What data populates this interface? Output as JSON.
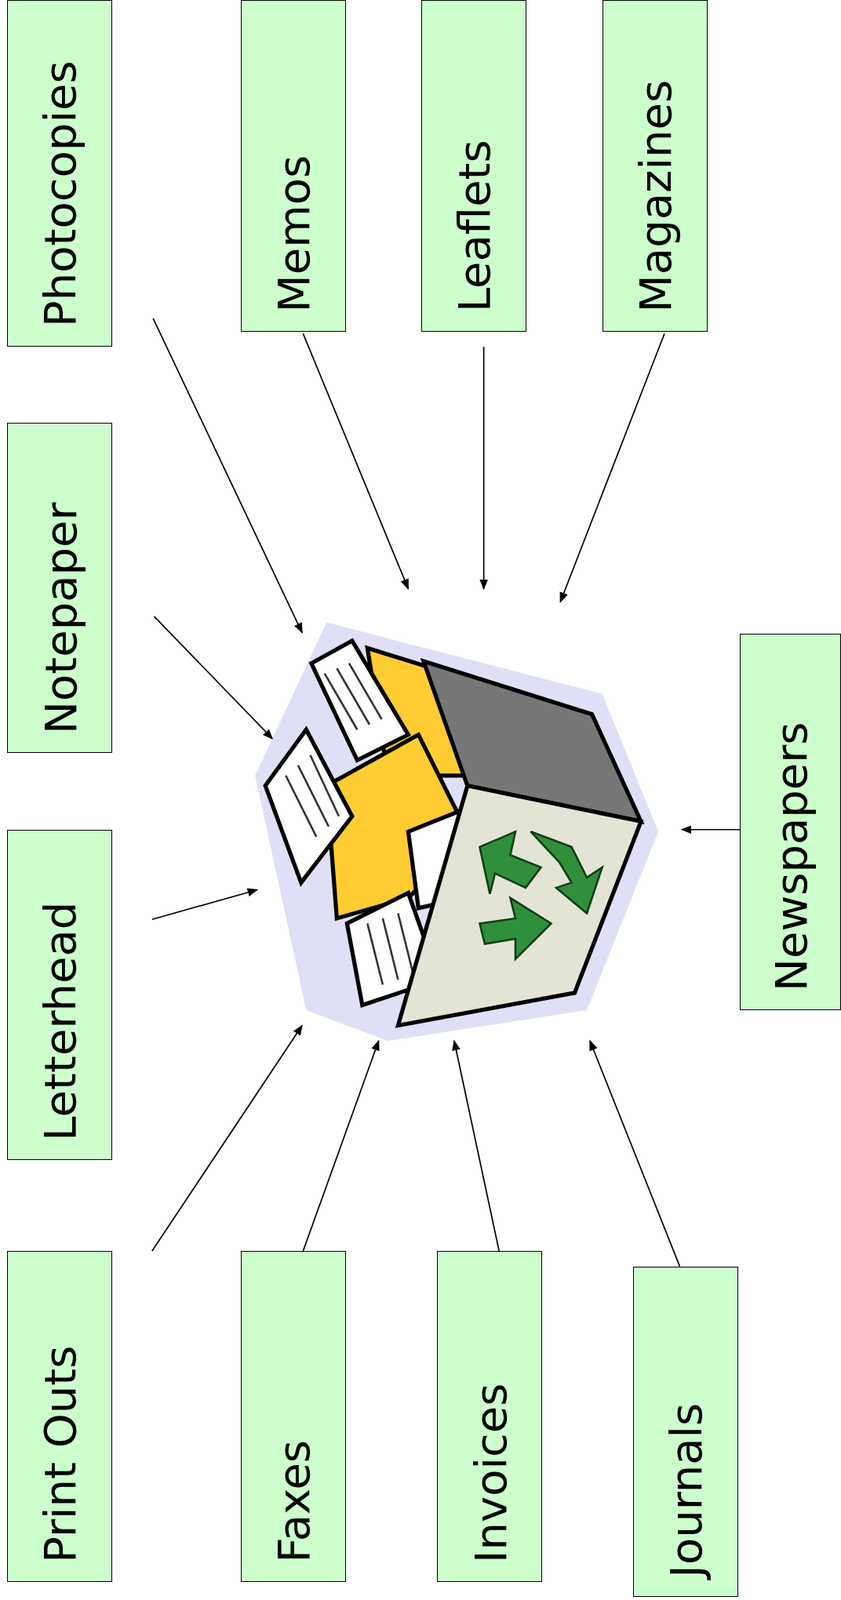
{
  "diagram": {
    "nodes": [
      {
        "text": [
          "Photocopies"
        ]
      },
      {
        "text": [
          "Notepaper"
        ]
      },
      {
        "text": [
          "Letterhead"
        ]
      },
      {
        "text": [
          "Print Outs"
        ]
      },
      {
        "text": [
          "Memos"
        ]
      },
      {
        "text": [
          "Faxes"
        ]
      },
      {
        "text": [
          "Leaflets"
        ]
      },
      {
        "text": [
          "Invoices"
        ]
      },
      {
        "text": [
          "Magazines"
        ]
      },
      {
        "text": [
          "Journals"
        ]
      },
      {
        "text": [
          "Newspapers"
        ]
      }
    ],
    "edges": []
  }
}
